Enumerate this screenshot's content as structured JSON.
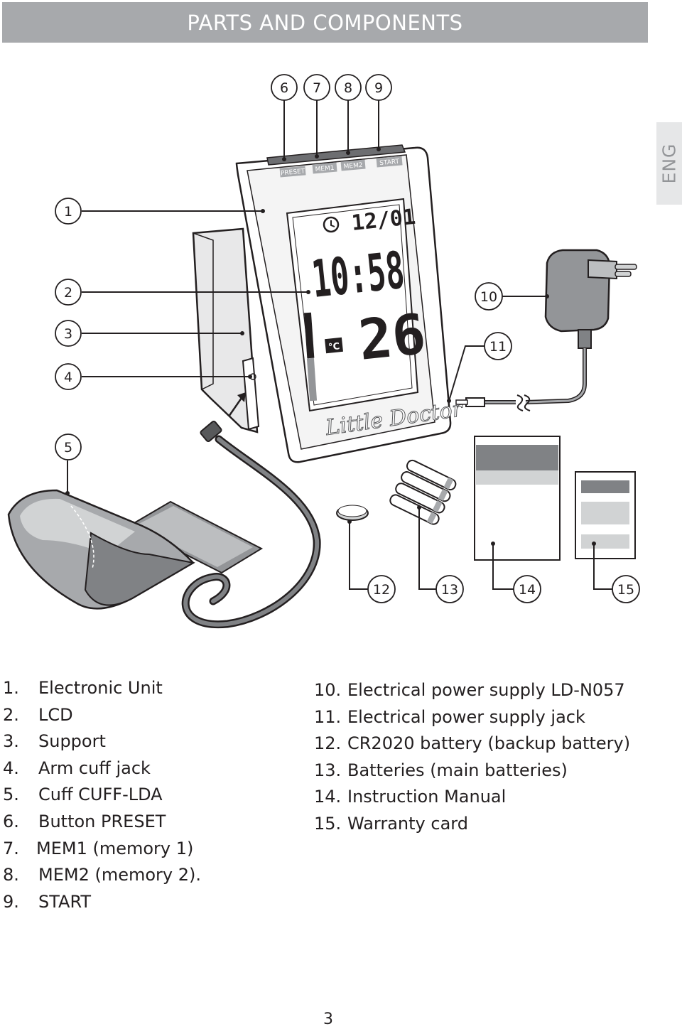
{
  "header": {
    "title": "PARTS AND COMPONENTS"
  },
  "language_tab": "ENG",
  "diagram": {
    "device": {
      "buttons": [
        "PRESET",
        "MEM1",
        "MEM2",
        "START"
      ],
      "lcd": {
        "date": "12/01",
        "time": "10:58",
        "temperature": "26",
        "unit": "°C"
      },
      "brand": "Little Doctor"
    },
    "callouts": [
      "1",
      "2",
      "3",
      "4",
      "5",
      "6",
      "7",
      "8",
      "9",
      "10",
      "11",
      "12",
      "13",
      "14",
      "15"
    ]
  },
  "parts_left": [
    {
      "num": "1.",
      "text": "Electronic Unit"
    },
    {
      "num": "2.",
      "text": "LCD"
    },
    {
      "num": "3.",
      "text": "Support"
    },
    {
      "num": "4.",
      "text": "Arm cuff jack"
    },
    {
      "num": "5.",
      "text": "Cuff CUFF-LDA"
    },
    {
      "num": "6.",
      "text": "Button PRESET"
    },
    {
      "num": "7.",
      "text": "MEM1 (memory 1)"
    },
    {
      "num": "8.",
      "text": "MEM2 (memory 2)."
    },
    {
      "num": "9.",
      "text": "START"
    }
  ],
  "parts_right": [
    {
      "num": "10.",
      "text": "Electrical power supply LD-N057"
    },
    {
      "num": "11.",
      "text": "Electrical power supply  jack"
    },
    {
      "num": "12.",
      "text": "CR2020 battery (backup battery)"
    },
    {
      "num": "13.",
      "text": "Batteries (main batteries)"
    },
    {
      "num": "14.",
      "text": "Instruction Manual"
    },
    {
      "num": "15.",
      "text": "Warranty card"
    }
  ],
  "page_number": "3"
}
